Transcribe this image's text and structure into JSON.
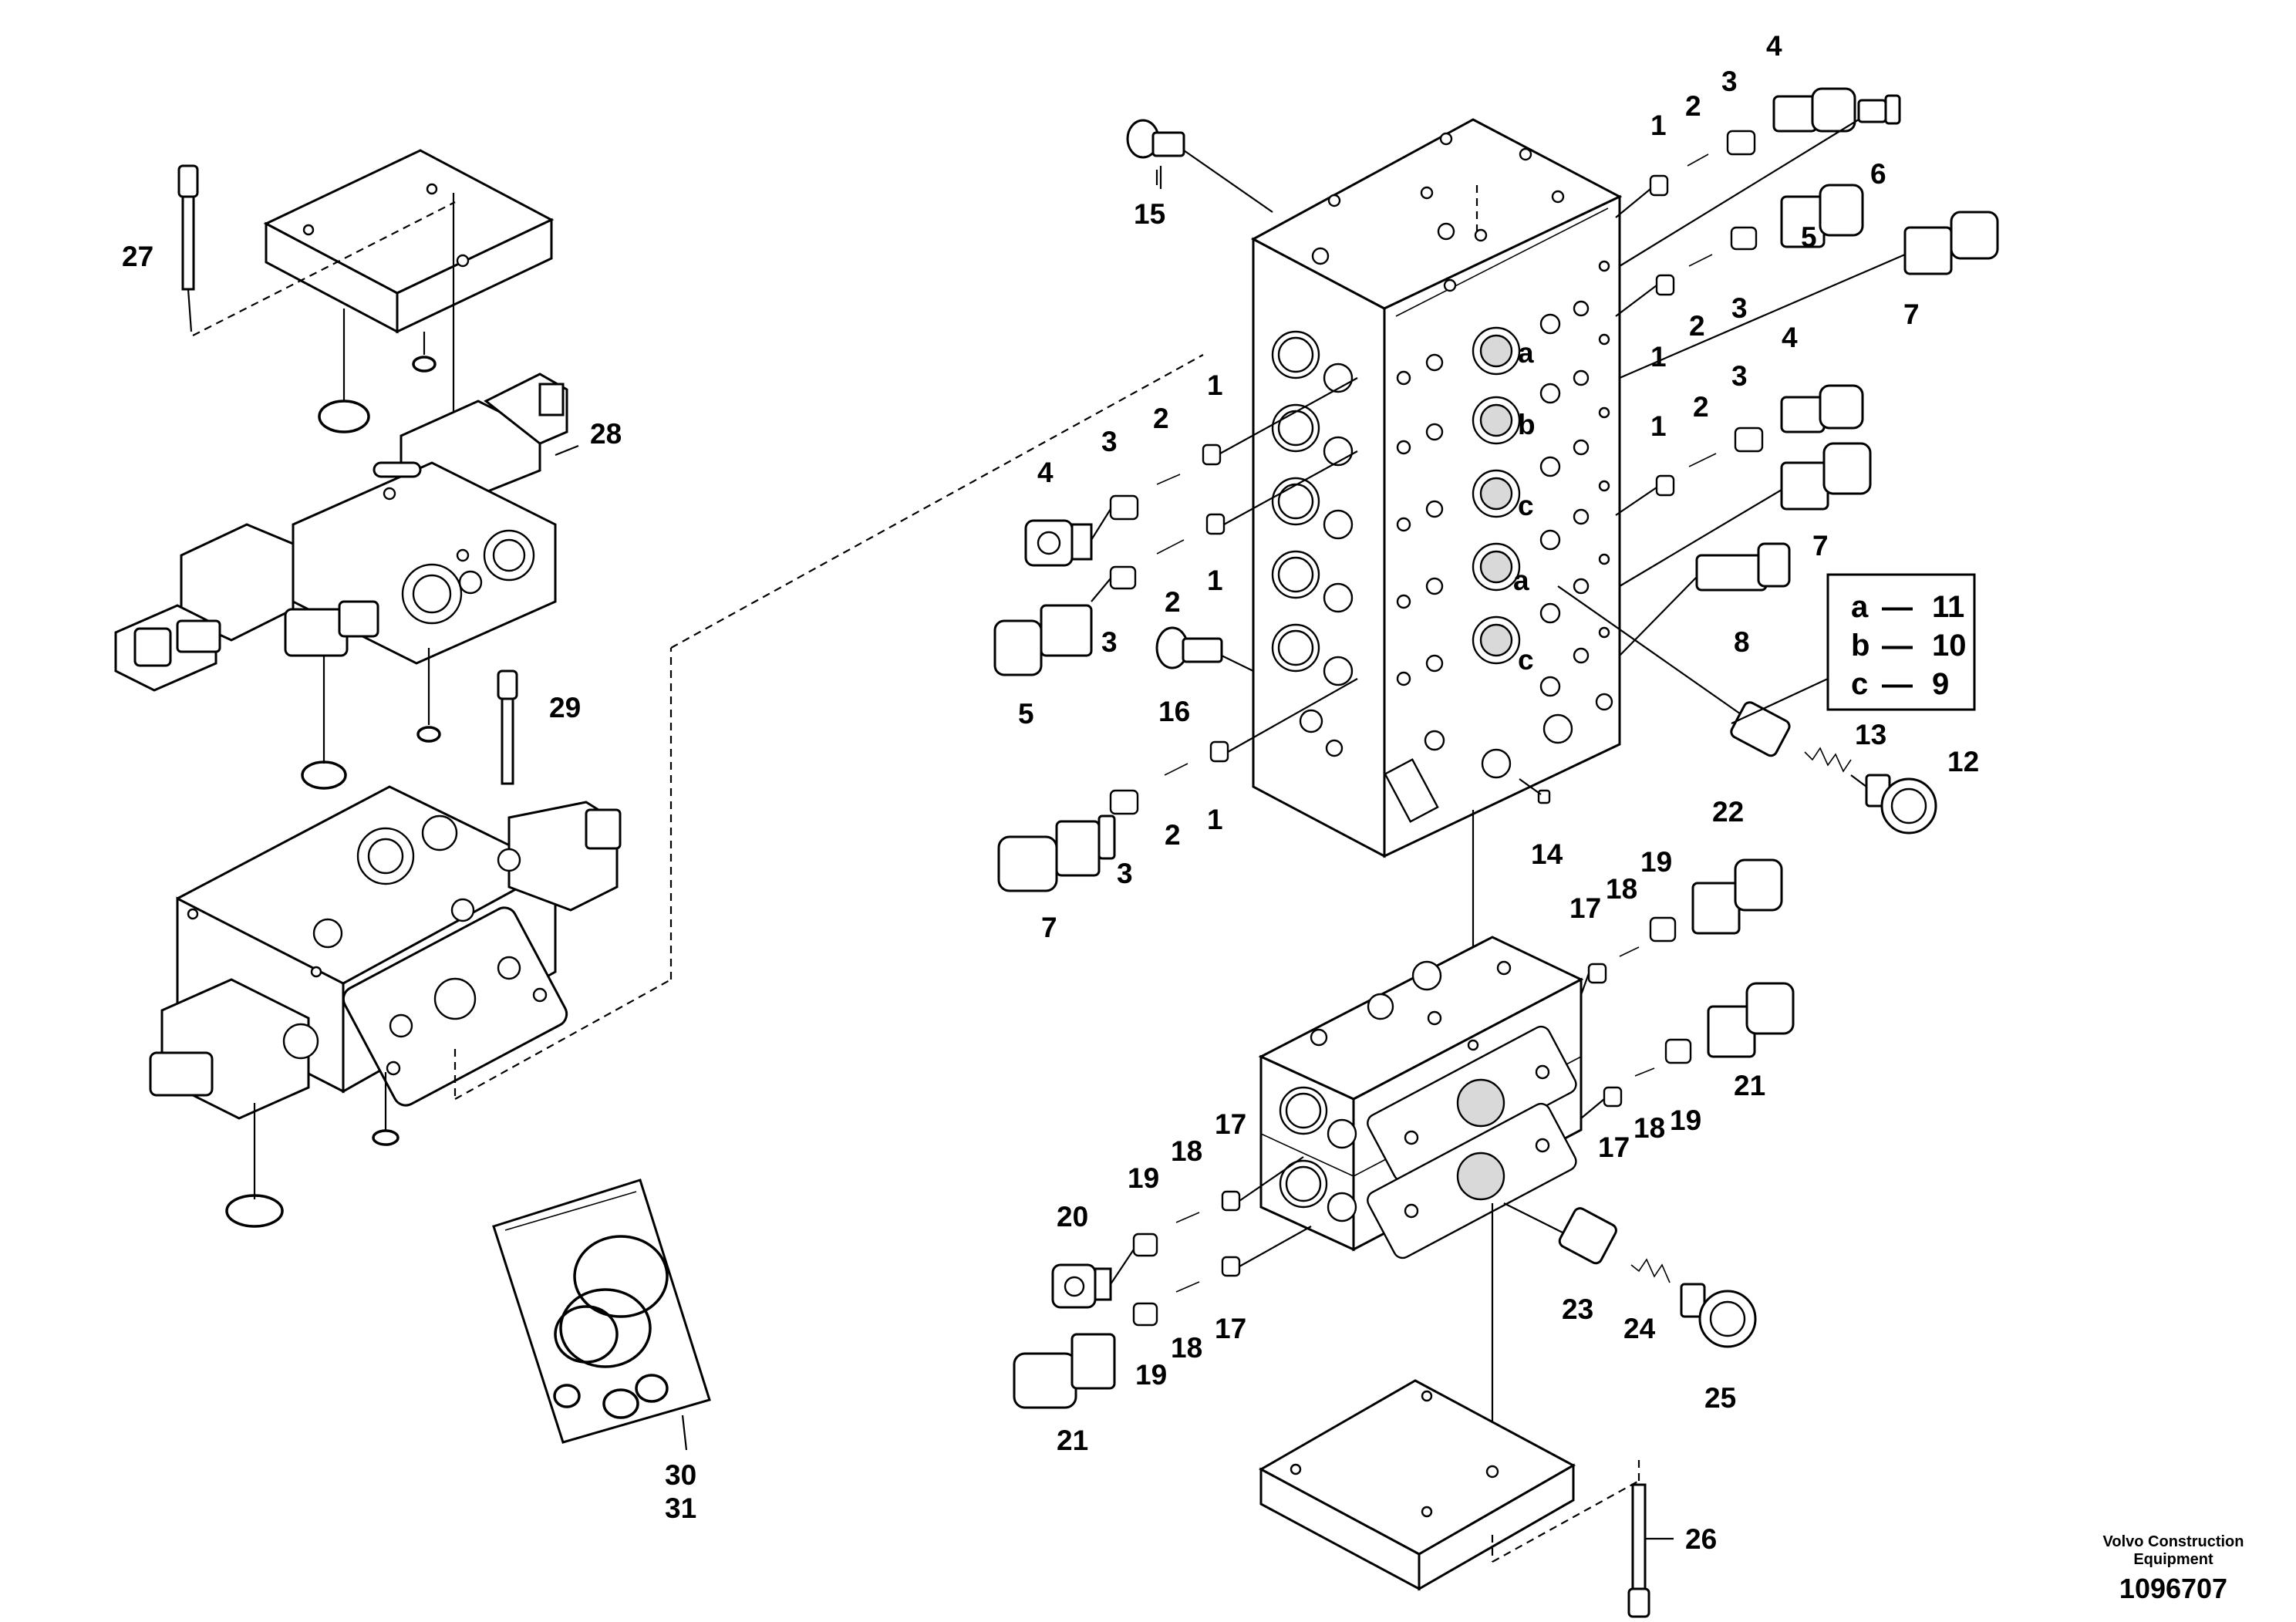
{
  "callouts": [
    {
      "id": "c27",
      "text": "27"
    },
    {
      "id": "c28",
      "text": "28"
    },
    {
      "id": "c29",
      "text": "29"
    },
    {
      "id": "c30",
      "text": "30"
    },
    {
      "id": "c31",
      "text": "31"
    },
    {
      "id": "c15",
      "text": "15"
    },
    {
      "id": "c16",
      "text": "16"
    },
    {
      "id": "c14",
      "text": "14"
    },
    {
      "id": "c4a",
      "text": "4"
    },
    {
      "id": "c3a",
      "text": "3"
    },
    {
      "id": "c2a",
      "text": "2"
    },
    {
      "id": "c1a",
      "text": "1"
    },
    {
      "id": "c5a",
      "text": "5"
    },
    {
      "id": "c3b",
      "text": "3"
    },
    {
      "id": "c2b",
      "text": "2"
    },
    {
      "id": "c1b",
      "text": "1"
    },
    {
      "id": "c7a",
      "text": "7"
    },
    {
      "id": "c3c",
      "text": "3"
    },
    {
      "id": "c2c",
      "text": "2"
    },
    {
      "id": "c1c",
      "text": "1"
    },
    {
      "id": "c1d",
      "text": "1"
    },
    {
      "id": "c2d",
      "text": "2"
    },
    {
      "id": "c3d",
      "text": "3"
    },
    {
      "id": "c4b",
      "text": "4"
    },
    {
      "id": "c6",
      "text": "6"
    },
    {
      "id": "c1e",
      "text": "1"
    },
    {
      "id": "c2e",
      "text": "2"
    },
    {
      "id": "c3e",
      "text": "3"
    },
    {
      "id": "c5b",
      "text": "5"
    },
    {
      "id": "c7b",
      "text": "7"
    },
    {
      "id": "c1f",
      "text": "1"
    },
    {
      "id": "c2f",
      "text": "2"
    },
    {
      "id": "c3f",
      "text": "3"
    },
    {
      "id": "c4c",
      "text": "4"
    },
    {
      "id": "c7c",
      "text": "7"
    },
    {
      "id": "c8",
      "text": "8"
    },
    {
      "id": "c13",
      "text": "13"
    },
    {
      "id": "c12",
      "text": "12"
    },
    {
      "id": "c17a",
      "text": "17"
    },
    {
      "id": "c18a",
      "text": "18"
    },
    {
      "id": "c19a",
      "text": "19"
    },
    {
      "id": "c22",
      "text": "22"
    },
    {
      "id": "c17b",
      "text": "17"
    },
    {
      "id": "c18b",
      "text": "18"
    },
    {
      "id": "c19b",
      "text": "19"
    },
    {
      "id": "c21a",
      "text": "21"
    },
    {
      "id": "c20",
      "text": "20"
    },
    {
      "id": "c19c",
      "text": "19"
    },
    {
      "id": "c18c",
      "text": "18"
    },
    {
      "id": "c17c",
      "text": "17"
    },
    {
      "id": "c21b",
      "text": "21"
    },
    {
      "id": "c19d",
      "text": "19"
    },
    {
      "id": "c18d",
      "text": "18"
    },
    {
      "id": "c17d",
      "text": "17"
    },
    {
      "id": "c23",
      "text": "23"
    },
    {
      "id": "c24",
      "text": "24"
    },
    {
      "id": "c25",
      "text": "25"
    },
    {
      "id": "c26",
      "text": "26"
    }
  ],
  "port_letters": [
    {
      "id": "pa1",
      "text": "a"
    },
    {
      "id": "pb1",
      "text": "b"
    },
    {
      "id": "pc1",
      "text": "c"
    },
    {
      "id": "pa2",
      "text": "a"
    },
    {
      "id": "pc2",
      "text": "c"
    }
  ],
  "legend": [
    {
      "letter": "a",
      "dash": "—",
      "part": "11"
    },
    {
      "letter": "b",
      "dash": "—",
      "part": "10"
    },
    {
      "letter": "c",
      "dash": "—",
      "part": "9"
    }
  ],
  "footer": {
    "brand_line1": "Volvo Construction",
    "brand_line2": "Equipment",
    "doc_number": "1096707"
  }
}
